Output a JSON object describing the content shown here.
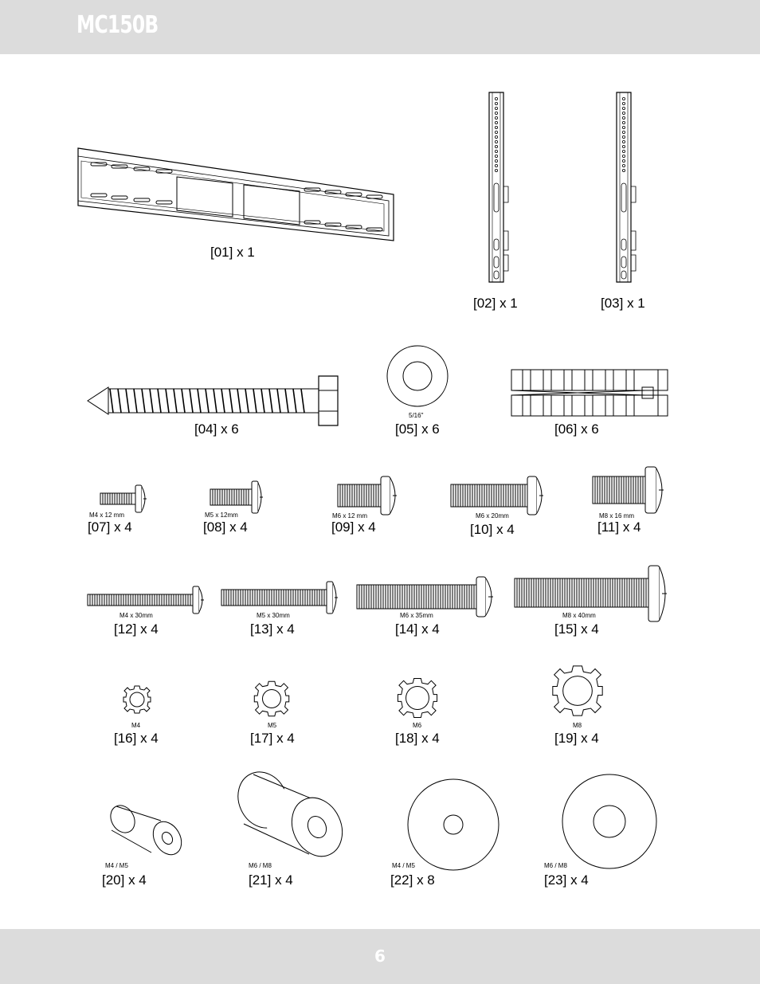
{
  "header": {
    "title": "MC150B"
  },
  "footer": {
    "page_number": "6"
  },
  "parts": [
    {
      "id": "01",
      "label": "[01] x 1",
      "size": ""
    },
    {
      "id": "02",
      "label": "[02] x 1",
      "size": ""
    },
    {
      "id": "03",
      "label": "[03] x 1",
      "size": ""
    },
    {
      "id": "04",
      "label": "[04] x 6",
      "size": ""
    },
    {
      "id": "05",
      "label": "[05] x 6",
      "size": "5/16\""
    },
    {
      "id": "06",
      "label": "[06] x 6",
      "size": ""
    },
    {
      "id": "07",
      "label": "[07] x 4",
      "size": "M4 x 12 mm"
    },
    {
      "id": "08",
      "label": "[08] x 4",
      "size": "M5 x 12mm"
    },
    {
      "id": "09",
      "label": "[09] x 4",
      "size": "M6 x 12 mm"
    },
    {
      "id": "10",
      "label": "[10] x 4",
      "size": "M6 x 20mm"
    },
    {
      "id": "11",
      "label": "[11] x 4",
      "size": "M8 x 16 mm"
    },
    {
      "id": "12",
      "label": "[12] x 4",
      "size": "M4 x 30mm"
    },
    {
      "id": "13",
      "label": "[13] x 4",
      "size": "M5 x 30mm"
    },
    {
      "id": "14",
      "label": "[14] x 4",
      "size": "M6 x 35mm"
    },
    {
      "id": "15",
      "label": "[15] x 4",
      "size": "M8 x 40mm"
    },
    {
      "id": "16",
      "label": "[16] x 4",
      "size": "M4"
    },
    {
      "id": "17",
      "label": "[17] x 4",
      "size": "M5"
    },
    {
      "id": "18",
      "label": "[18] x 4",
      "size": "M6"
    },
    {
      "id": "19",
      "label": "[19] x 4",
      "size": "M8"
    },
    {
      "id": "20",
      "label": "[20] x 4",
      "size": "M4 / M5"
    },
    {
      "id": "21",
      "label": "[21] x 4",
      "size": "M6 / M8"
    },
    {
      "id": "22",
      "label": "[22] x 8",
      "size": "M4 / M5"
    },
    {
      "id": "23",
      "label": "[23] x 4",
      "size": "M6 / M8"
    }
  ]
}
